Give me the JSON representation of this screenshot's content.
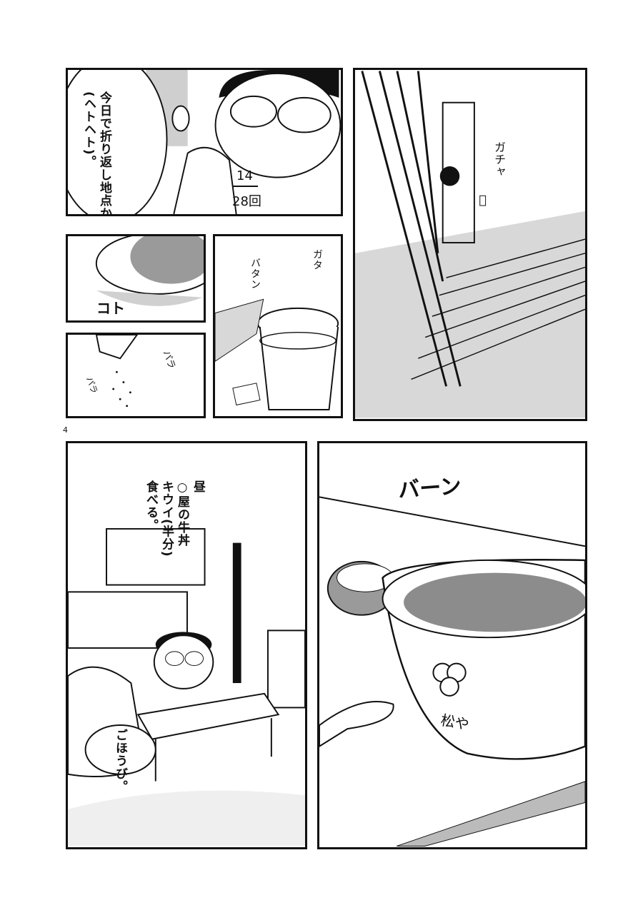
{
  "page_number": "4",
  "panels": {
    "p1": {
      "dialogue": "今日で折り返し地点か(ヘトヘト)。",
      "counter_top": "14",
      "counter_bottom": "28回"
    },
    "p2": {
      "sfx": "ガチャ"
    },
    "p3": {
      "sfx": "コト"
    },
    "p4": {
      "sfx1": "ガタ",
      "sfx2": "バタン"
    },
    "p5": {
      "sfx1": "パラ",
      "sfx2": "パラ"
    },
    "p6": {
      "caption": "昼\n○屋の牛丼\nキウイ(半分)\n食べる。",
      "dialogue": "ごほうび。"
    },
    "p7": {
      "sfx": "バーン",
      "bowl_logo": "松や"
    }
  },
  "colors": {
    "ink": "#111111",
    "tone": "#c8c8c8",
    "paper": "#ffffff"
  }
}
